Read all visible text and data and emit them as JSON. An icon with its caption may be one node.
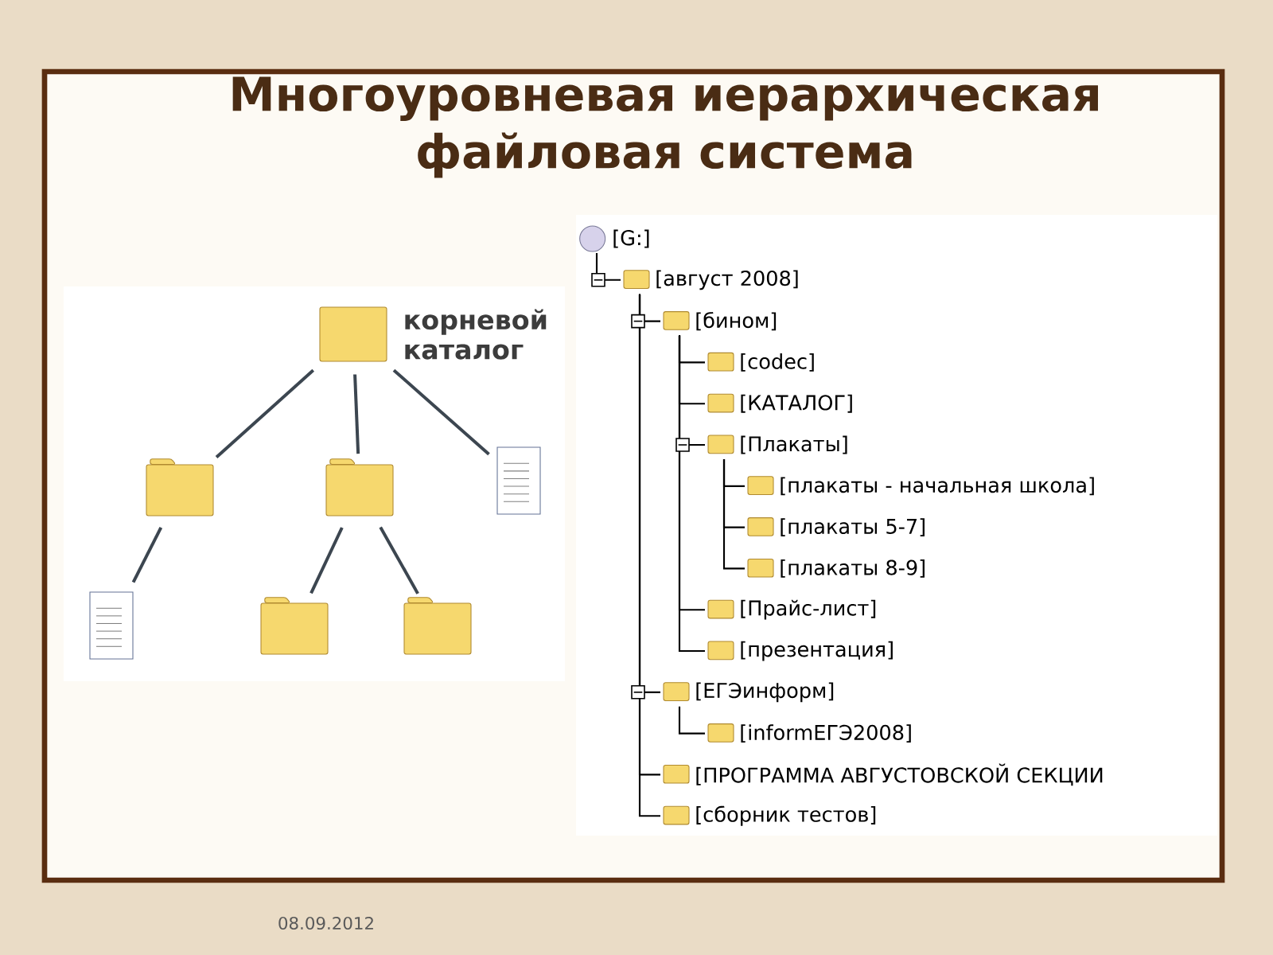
{
  "diagram": {
    "title": "Многоуровневая иерархическая файловая система",
    "nodes": [
      {
        "text": [
          "корневой каталог"
        ]
      },
      {
        "text": [],
        "shape": "folder"
      },
      {
        "text": [],
        "shape": "folder"
      },
      {
        "text": [],
        "shape": "document"
      },
      {
        "text": [],
        "shape": "document"
      },
      {
        "text": [],
        "shape": "folder"
      },
      {
        "text": [],
        "shape": "folder"
      },
      {
        "text": [
          "[G:]"
        ]
      },
      {
        "text": [
          "[август 2008]"
        ]
      },
      {
        "text": [
          "[бином]"
        ]
      },
      {
        "text": [
          "[codec]"
        ]
      },
      {
        "text": [
          "[КАТАЛОГ]"
        ]
      },
      {
        "text": [
          "[Плакаты]"
        ]
      },
      {
        "text": [
          "[плакаты - начальная школа]"
        ]
      },
      {
        "text": [
          "[плакаты 5-7]"
        ]
      },
      {
        "text": [
          "[плакаты 8-9]"
        ]
      },
      {
        "text": [
          "[Прайс-лист]"
        ]
      },
      {
        "text": [
          "[презентация]"
        ]
      },
      {
        "text": [
          "[ЕГЭинформ]"
        ]
      },
      {
        "text": [
          "[informЕГЭ2008]"
        ]
      },
      {
        "text": [
          "[ПРОГРАММА АВГУСТОВСКОЙ СЕКЦИИ"
        ]
      },
      {
        "text": [
          "[сборник тестов]"
        ]
      }
    ],
    "edges": [
      {
        "from": 0,
        "to": 1,
        "arrow": "none"
      },
      {
        "from": 0,
        "to": 2,
        "arrow": "none"
      },
      {
        "from": 0,
        "to": 3,
        "arrow": "none"
      },
      {
        "from": 1,
        "to": 4,
        "arrow": "none"
      },
      {
        "from": 2,
        "to": 5,
        "arrow": "none"
      },
      {
        "from": 2,
        "to": 6,
        "arrow": "none"
      },
      {
        "from": 7,
        "to": 8,
        "arrow": "none"
      },
      {
        "from": 8,
        "to": 9,
        "arrow": "none"
      },
      {
        "from": 9,
        "to": 10,
        "arrow": "none"
      },
      {
        "from": 9,
        "to": 11,
        "arrow": "none"
      },
      {
        "from": 9,
        "to": 12,
        "arrow": "none"
      },
      {
        "from": 12,
        "to": 13,
        "arrow": "none"
      },
      {
        "from": 12,
        "to": 14,
        "arrow": "none"
      },
      {
        "from": 12,
        "to": 15,
        "arrow": "none"
      },
      {
        "from": 9,
        "to": 16,
        "arrow": "none"
      },
      {
        "from": 9,
        "to": 17,
        "arrow": "none"
      },
      {
        "from": 8,
        "to": 18,
        "arrow": "none"
      },
      {
        "from": 18,
        "to": 19,
        "arrow": "none"
      },
      {
        "from": 8,
        "to": 20,
        "arrow": "none"
      },
      {
        "from": 8,
        "to": 21,
        "arrow": "none"
      }
    ],
    "labels": [
      "08.09.2012"
    ]
  }
}
